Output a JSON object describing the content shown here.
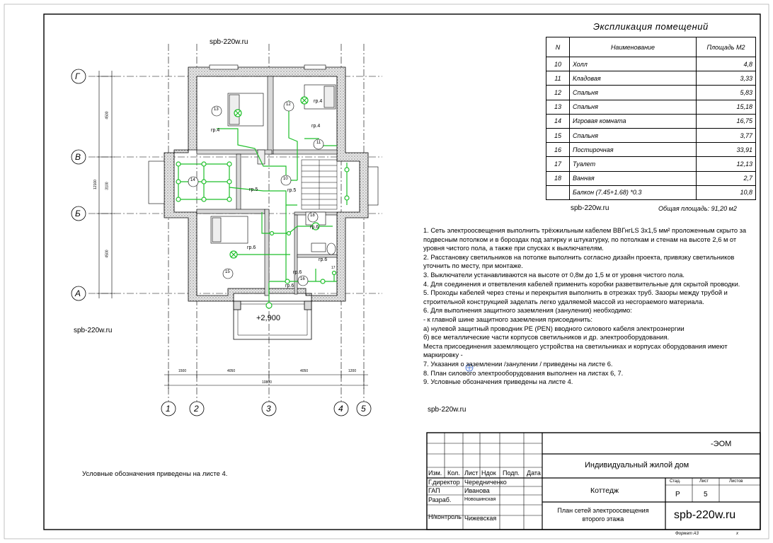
{
  "watermarks": [
    "spb-220w.ru",
    "spb-220w.ru",
    "spb-220w.ru",
    "spb-220w.ru"
  ],
  "axes": {
    "rows": [
      "Г",
      "В",
      "Б",
      "А"
    ],
    "cols": [
      "1",
      "2",
      "3",
      "4",
      "5"
    ],
    "dims_bottom": [
      "1500",
      "4050",
      "4050",
      "1200"
    ],
    "dims_total": "10800",
    "dims_left": [
      "4500",
      "3100",
      "4500"
    ],
    "dims_left_total": "12100"
  },
  "plan": {
    "rooms": [
      "13",
      "12",
      "11",
      "10",
      "14",
      "18",
      "15",
      "16",
      "17"
    ],
    "groups": [
      "гр.4",
      "гр.4",
      "гр.4",
      "гр.5",
      "гр.5",
      "гр.6",
      "гр.6",
      "гр.6",
      "гр.6",
      "гр.6"
    ],
    "elevation": "+2,900"
  },
  "explication": {
    "title": "Экспликация помещений",
    "headers": [
      "N",
      "Наименование",
      "Площадь М2"
    ],
    "rows": [
      {
        "n": "10",
        "name": "Холл",
        "area": "4,8"
      },
      {
        "n": "11",
        "name": "Кладовая",
        "area": "3,33"
      },
      {
        "n": "12",
        "name": "Спальня",
        "area": "5,83"
      },
      {
        "n": "13",
        "name": "Спальня",
        "area": "15,18"
      },
      {
        "n": "14",
        "name": "Игровая комната",
        "area": "16,75"
      },
      {
        "n": "15",
        "name": "Спальня",
        "area": "3,77"
      },
      {
        "n": "16",
        "name": "Постирочная",
        "area": "33,91"
      },
      {
        "n": "17",
        "name": "Туалет",
        "area": "12,13"
      },
      {
        "n": "18",
        "name": "Ванная",
        "area": "2,7"
      },
      {
        "n": "",
        "name": "Балкон (7.45+1.68) *0.3",
        "area": "10,8"
      }
    ],
    "footer_site": "spb-220w.ru",
    "total": "Общая площадь:  91,20 м2"
  },
  "notes": [
    "1. Сеть электроосвещения выполнить трёхжильным кабелем ВВГнгLS 3х1,5 мм² проложенным скрыто за подвесным потолком и в бороздах  под затирку и штукатурку, по потолкам и стенам на высоте 2,6 м от уровня чистого пола, а также при спусках к выключателям.",
    "2. Расстановку светильников на потолке выполнить согласно дизайн проекта, привязку светильников уточнить по месту, при монтаже.",
    "3. Выключатели устанавливаются на высоте от 0,8м до 1,5 м от уровня чистого пола.",
    "4. Для соединения  и ответвления кабелей применить коробки разветвительные для скрытой проводки.",
    "5.  Проходы кабелей через стены и перекрытия выполнить в отрезках труб. Зазоры между трубой и строительной конструкцией заделать легко удаляемой массой из несгораемого материала.",
    "6. Для выполнения защитного заземления (зануления) необходимо:",
    "- к главной шине защитного заземления  присоединить:",
    "а) нулевой защитный проводник PE (PEN) вводного силового кабеля электроэнергии",
    "б)  все металлические части корпусов светильников и др. электрооборудования.",
    "Места присоединения заземляющего устройства на светильниках и корпусах оборудования  имеют маркировку -",
    "7. Указания о заземлении /занулении / приведены на листе 6.",
    "8. План силового электрооборудования выполнен на листах 6, 7.",
    "9. Условные обозначения приведены на листе 4."
  ],
  "legend_note": "Условные обозначения приведены на листе 4.",
  "title_block": {
    "code": "-ЭОМ",
    "project": "Индивидуальный жилой дом",
    "object": "Коттедж",
    "sheet_title": "План сетей электроосвещения второго этажа",
    "site": "spb-220w.ru",
    "col_headers": [
      "Изм.",
      "Кол.",
      "Лист",
      "Ндок",
      "Подп.",
      "Дата"
    ],
    "stage_headers": [
      "Стад.",
      "Лист",
      "Листов"
    ],
    "stage": "Р",
    "sheet": "5",
    "sheets": "",
    "signatures": [
      {
        "role": "Г.директор",
        "name": "Чередниченко"
      },
      {
        "role": "ГАП",
        "name": "Иванова"
      },
      {
        "role": "Разраб.",
        "name": "Новошинская"
      },
      {
        "role": "Н/контроль",
        "name": "Чижевская"
      }
    ],
    "format": "Формат А3",
    "format_x": "х"
  },
  "colors": {
    "wiring": "#1fbf2a",
    "lamp": "#1fbf2a",
    "wall_hatch": "#666666",
    "line": "#000000"
  }
}
